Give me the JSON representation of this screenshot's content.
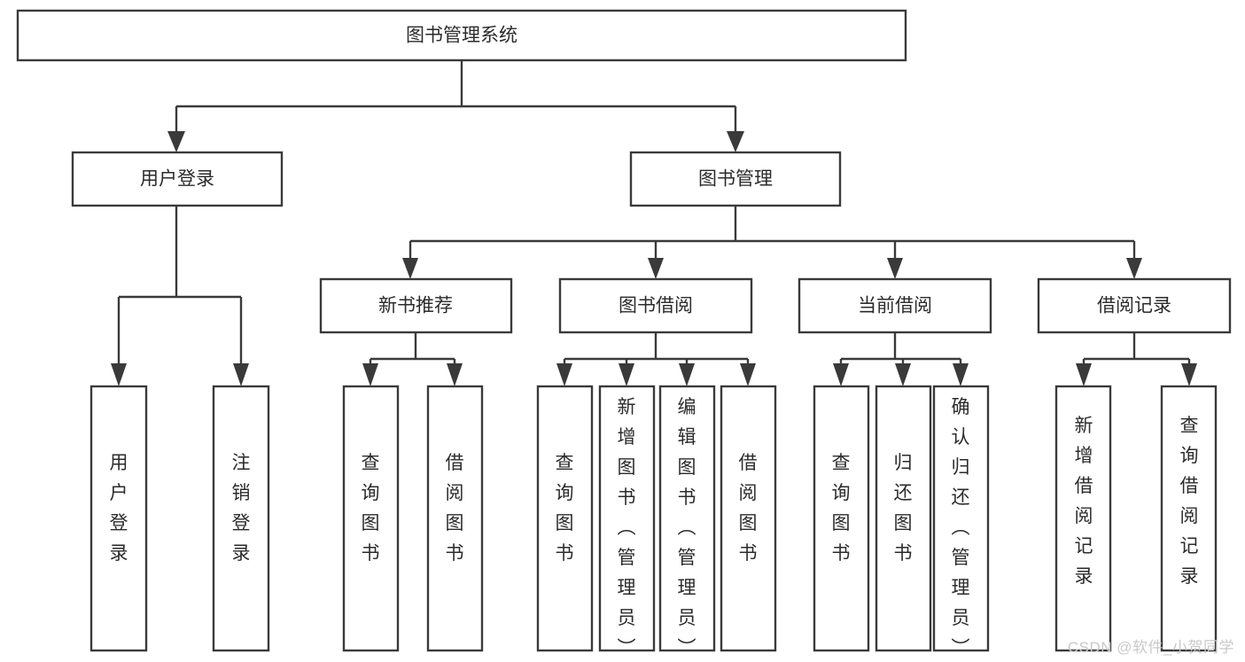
{
  "diagram": {
    "type": "tree",
    "title": "图书管理系统",
    "watermark": "CSDN @软件_小贺同学",
    "colors": {
      "stroke": "#3a3a3a",
      "box_fill": "#ffffff",
      "text": "#2b2b2b",
      "background": "#ffffff",
      "watermark": "#c9c9c9"
    },
    "levels": {
      "level1": [
        {
          "id": "root",
          "label": "图书管理系统",
          "orientation": "horizontal"
        }
      ],
      "level2": [
        {
          "id": "user-login",
          "label": "用户登录",
          "orientation": "horizontal"
        },
        {
          "id": "book-management",
          "label": "图书管理",
          "orientation": "horizontal"
        }
      ],
      "level3": [
        {
          "id": "new-book-recommend",
          "label": "新书推荐",
          "orientation": "horizontal"
        },
        {
          "id": "book-borrow",
          "label": "图书借阅",
          "orientation": "horizontal"
        },
        {
          "id": "current-borrow",
          "label": "当前借阅",
          "orientation": "horizontal"
        },
        {
          "id": "borrow-record",
          "label": "借阅记录",
          "orientation": "horizontal"
        }
      ],
      "leaves": [
        {
          "id": "leaf-user-login",
          "label": "用户登录",
          "chars": [
            "用",
            "户",
            "登",
            "录"
          ],
          "parent": "user-login"
        },
        {
          "id": "leaf-logout-login",
          "label": "注销登录",
          "chars": [
            "注",
            "销",
            "登",
            "录"
          ],
          "parent": "user-login"
        },
        {
          "id": "leaf-query-book-1",
          "label": "查询图书",
          "chars": [
            "查",
            "询",
            "图",
            "书"
          ],
          "parent": "new-book-recommend"
        },
        {
          "id": "leaf-borrow-book-1",
          "label": "借阅图书",
          "chars": [
            "借",
            "阅",
            "图",
            "书"
          ],
          "parent": "new-book-recommend"
        },
        {
          "id": "leaf-query-book-2",
          "label": "查询图书",
          "chars": [
            "查",
            "询",
            "图",
            "书"
          ],
          "parent": "book-borrow"
        },
        {
          "id": "leaf-add-book",
          "label": "新增图书（管理员）",
          "chars": [
            "新",
            "增",
            "图",
            "书",
            "（",
            "管",
            "理",
            "员",
            "）"
          ],
          "parent": "book-borrow"
        },
        {
          "id": "leaf-edit-book",
          "label": "编辑图书（管理员）",
          "chars": [
            "编",
            "辑",
            "图",
            "书",
            "（",
            "管",
            "理",
            "员",
            "）"
          ],
          "parent": "book-borrow"
        },
        {
          "id": "leaf-borrow-book-2",
          "label": "借阅图书",
          "chars": [
            "借",
            "阅",
            "图",
            "书"
          ],
          "parent": "book-borrow"
        },
        {
          "id": "leaf-query-book-3",
          "label": "查询图书",
          "chars": [
            "查",
            "询",
            "图",
            "书"
          ],
          "parent": "current-borrow"
        },
        {
          "id": "leaf-return-book",
          "label": "归还图书",
          "chars": [
            "归",
            "还",
            "图",
            "书"
          ],
          "parent": "current-borrow"
        },
        {
          "id": "leaf-confirm-return",
          "label": "确认归还（管理员）",
          "chars": [
            "确",
            "认",
            "归",
            "还",
            "（",
            "管",
            "理",
            "员",
            "）"
          ],
          "parent": "current-borrow"
        },
        {
          "id": "leaf-add-record",
          "label": "新增借阅记录",
          "chars": [
            "新",
            "增",
            "借",
            "阅",
            "记",
            "录"
          ],
          "parent": "borrow-record"
        },
        {
          "id": "leaf-query-record",
          "label": "查询借阅记录",
          "chars": [
            "查",
            "询",
            "借",
            "阅",
            "记",
            "录"
          ],
          "parent": "borrow-record"
        }
      ]
    }
  }
}
